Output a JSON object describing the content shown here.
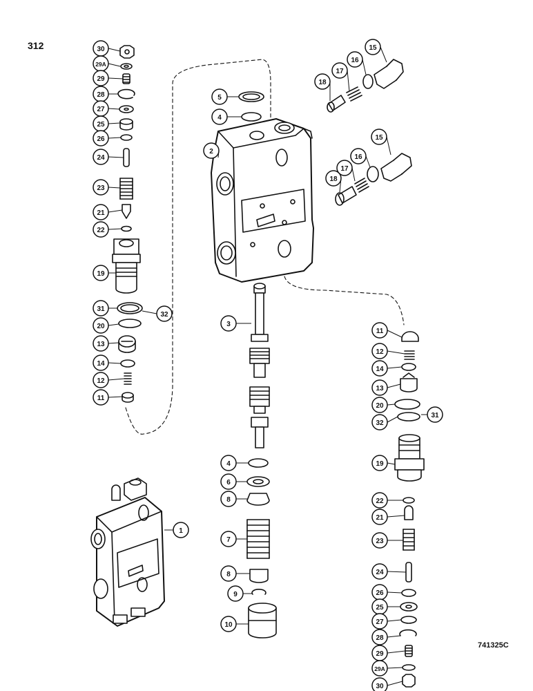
{
  "page_number": "312",
  "reference_code": "741325C",
  "callouts": {
    "left_column": [
      "30",
      "29A",
      "29",
      "28",
      "27",
      "25",
      "26",
      "24",
      "23",
      "21",
      "22",
      "19",
      "31",
      "32",
      "20",
      "13",
      "14",
      "12",
      "11"
    ],
    "center": [
      "5",
      "4",
      "2",
      "3",
      "4",
      "6",
      "8",
      "7",
      "8",
      "9",
      "10"
    ],
    "top_right_upper": [
      "18",
      "17",
      "16",
      "15"
    ],
    "top_right_lower": [
      "18",
      "17",
      "16",
      "15"
    ],
    "right_column": [
      "11",
      "12",
      "14",
      "13",
      "20",
      "32",
      "31",
      "19",
      "22",
      "21",
      "23",
      "24",
      "26",
      "25",
      "27",
      "28",
      "29",
      "29A",
      "30"
    ],
    "assembly": [
      "1"
    ]
  },
  "colors": {
    "ink": "#111111",
    "paper": "#ffffff"
  }
}
